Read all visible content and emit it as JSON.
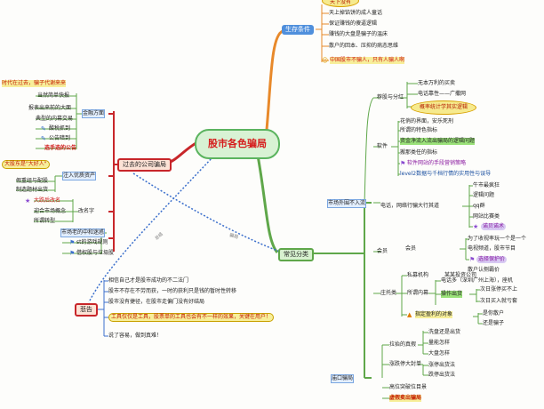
{
  "root": {
    "label": "股市各色骗局"
  },
  "colors": {
    "green": "#5fa74a",
    "orange": "#e8892a",
    "red": "#c8262a",
    "blue": "#3b6fcc",
    "highlight": "#f7ef9a"
  },
  "top_cut": {
    "text": "天下没有"
  },
  "branches": {
    "survival": {
      "label": "生存条件",
      "items": [
        "天上掉馅饼的成人童话",
        "保证赚钱的傻逼逻辑",
        "赚钱的大盘是骗子的温床",
        "散户的回本、压抑的病态思维",
        "中国股市不骗人，只有人骗人啊"
      ]
    },
    "past": {
      "label": "过去的公司骗局",
      "left_top": "时代在过去，骗子代谢来来",
      "group1": {
        "label": "金融方面",
        "items": [
          "当然简单快报",
          "报表出来前的大面",
          "典型的内幕交易",
          "酸税抓到",
          "公告暗到",
          "选手选的公告"
        ]
      },
      "dahu": "大股东是\"大好人\"",
      "group2": {
        "label": "注入优质资产",
        "items": [
          "假重组与配股",
          "制造题材出货"
        ]
      },
      "group3": {
        "label": "改名字",
        "items": [
          "大跌后改名",
          "迎合市场概念",
          "所谓转型"
        ]
      },
      "group4": {
        "label": "市场老的中和迷惑",
        "items": [
          "st的游戏规则",
          "借权股与垃圾股"
        ]
      }
    },
    "common": {
      "label": "常见分类",
      "sub_left": "市场外围不入流",
      "group_a": {
        "label": "荐股与分红",
        "items": [
          "无本万利的买卖",
          "电话靠性——广撒网",
          "概率统计学其实逻辑"
        ]
      },
      "group_b": {
        "label": "软件",
        "items": [
          "花俏的界面，安乐死刑",
          "所谓的特色指标",
          "资金净流入流出骗局的逻辑问题",
          "搬那类任的指标",
          "软件网站的手段营销策略",
          "level2数据与千档行情的实用性与误导"
        ]
      },
      "group_c": {
        "label": "电话，网络行骗大行其道",
        "items": [
          "牛市最疯狂",
          "逻辑问题",
          "qq群",
          "网站比赛类",
          "诺贝诺术"
        ]
      },
      "group_d": {
        "label": "会员",
        "items": [
          "为了收视率玩一个是一个",
          "电视频道，股市节目",
          "选择保护价"
        ]
      },
      "group_e": {
        "label": "庄托类",
        "items": [
          "散户认侧霸价",
          "私募机构",
          "某某投资公司",
          "所谓内幕",
          "电话多（深圳广州上海），座机",
          "操作出货",
          "次日涨停买不上",
          "次日买入就亏套",
          "指定盈利的对象",
          "是你散户",
          "还是骗子"
        ]
      },
      "sub_bottom": "庙口骗局",
      "group_f": {
        "label": "拉抬的真假",
        "items": [
          "洗盘还是出货",
          "量能怎样",
          "大盘怎样"
        ]
      },
      "group_g": {
        "label": "涨跌停大封单",
        "items": [
          "涨停出货法",
          "跌停出货法"
        ]
      },
      "group_h": {
        "items": [
          "高位突破位目景",
          "虚假卖出骗局"
        ]
      }
    },
    "sad": {
      "label": "悲告",
      "items": [
        "相信自己才是股市成功的不二法门",
        "股市不存在不劳而获，一时的获利只是钱的暂时性转移",
        "股市没有捷径，在股市走偏门没有好结局",
        "工具仅仅是工具，股票单的工具也会有不一样的效果，关键在用户！",
        "说了容易，做到真难！"
      ]
    },
    "tags": {
      "left": "总结",
      "right": "骗局"
    }
  }
}
